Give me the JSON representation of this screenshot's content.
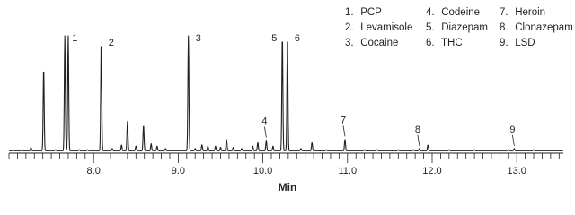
{
  "chart_data": {
    "type": "line",
    "title": "",
    "xlabel": "Min",
    "ylabel": "",
    "xlim": [
      7.0,
      13.55
    ],
    "xticks": [
      8.0,
      9.0,
      10.0,
      11.0,
      12.0,
      13.0
    ],
    "tick_labels": [
      "8.0",
      "9.0",
      "10.0",
      "11.0",
      "12.0",
      "13.0"
    ],
    "minor_tick_step": 0.1,
    "grid": false,
    "legend_placement": "top-right",
    "baseline": 0.02,
    "line_color": "#231f20",
    "peaks": [
      {
        "x": 7.05,
        "y": 0.03
      },
      {
        "x": 7.15,
        "y": 0.03
      },
      {
        "x": 7.26,
        "y": 0.05
      },
      {
        "x": 7.41,
        "y": 0.73
      },
      {
        "x": 7.55,
        "y": 0.03
      },
      {
        "x": 7.66,
        "y": 1.0,
        "label": "1"
      },
      {
        "x": 7.7,
        "y": 1.0
      },
      {
        "x": 7.83,
        "y": 0.03
      },
      {
        "x": 7.93,
        "y": 0.03
      },
      {
        "x": 8.09,
        "y": 0.96,
        "label": "2"
      },
      {
        "x": 8.22,
        "y": 0.04
      },
      {
        "x": 8.33,
        "y": 0.07
      },
      {
        "x": 8.4,
        "y": 0.27
      },
      {
        "x": 8.5,
        "y": 0.06
      },
      {
        "x": 8.59,
        "y": 0.24
      },
      {
        "x": 8.68,
        "y": 0.08
      },
      {
        "x": 8.75,
        "y": 0.06
      },
      {
        "x": 8.85,
        "y": 0.04
      },
      {
        "x": 9.12,
        "y": 1.0,
        "label": "3"
      },
      {
        "x": 9.2,
        "y": 0.04
      },
      {
        "x": 9.28,
        "y": 0.07
      },
      {
        "x": 9.35,
        "y": 0.06
      },
      {
        "x": 9.44,
        "y": 0.06
      },
      {
        "x": 9.5,
        "y": 0.05
      },
      {
        "x": 9.57,
        "y": 0.12
      },
      {
        "x": 9.65,
        "y": 0.05
      },
      {
        "x": 9.75,
        "y": 0.04
      },
      {
        "x": 9.88,
        "y": 0.06
      },
      {
        "x": 9.94,
        "y": 0.09
      },
      {
        "x": 10.04,
        "y": 0.11,
        "label": "4"
      },
      {
        "x": 10.12,
        "y": 0.06
      },
      {
        "x": 10.23,
        "y": 1.0,
        "label": "5"
      },
      {
        "x": 10.29,
        "y": 1.0,
        "label": "6"
      },
      {
        "x": 10.45,
        "y": 0.04
      },
      {
        "x": 10.58,
        "y": 0.09
      },
      {
        "x": 10.75,
        "y": 0.03
      },
      {
        "x": 10.97,
        "y": 0.12,
        "label": "7"
      },
      {
        "x": 11.2,
        "y": 0.03
      },
      {
        "x": 11.35,
        "y": 0.03
      },
      {
        "x": 11.6,
        "y": 0.03
      },
      {
        "x": 11.78,
        "y": 0.03
      },
      {
        "x": 11.85,
        "y": 0.04,
        "label": "8"
      },
      {
        "x": 11.95,
        "y": 0.07
      },
      {
        "x": 12.2,
        "y": 0.03
      },
      {
        "x": 12.5,
        "y": 0.03
      },
      {
        "x": 12.9,
        "y": 0.03
      },
      {
        "x": 12.97,
        "y": 0.04,
        "label": "9"
      },
      {
        "x": 13.2,
        "y": 0.03
      }
    ]
  },
  "legend": [
    {
      "num": "1.",
      "name": "PCP"
    },
    {
      "num": "2.",
      "name": "Levamisole"
    },
    {
      "num": "3.",
      "name": "Cocaine"
    },
    {
      "num": "4.",
      "name": "Codeine"
    },
    {
      "num": "5.",
      "name": "Diazepam"
    },
    {
      "num": "6.",
      "name": "THC"
    },
    {
      "num": "7.",
      "name": "Heroin"
    },
    {
      "num": "8.",
      "name": "Clonazepam"
    },
    {
      "num": "9.",
      "name": "LSD"
    }
  ]
}
